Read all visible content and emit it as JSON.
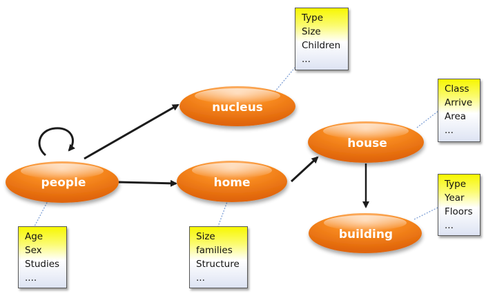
{
  "colors": {
    "node_fill": "#f47d18",
    "node_highlight": "#ffc58e",
    "arrow": "#1c1c1c",
    "connector": "#7d9fd6",
    "note_top": "#f7f700",
    "note_bottom": "#dde3f3"
  },
  "nodes": {
    "people": "people",
    "nucleus": "nucleus",
    "home": "home",
    "house": "house",
    "building": "building"
  },
  "notes": {
    "people": [
      "Age",
      "Sex",
      "Studies",
      "...."
    ],
    "home": [
      "Size",
      "families",
      "Structure",
      "..."
    ],
    "nucleus": [
      "Type",
      "Size",
      "Children",
      "..."
    ],
    "house": [
      "Class",
      "Arrive",
      "Area",
      "..."
    ],
    "building": [
      "Type",
      "Year",
      "Floors",
      "..."
    ]
  }
}
